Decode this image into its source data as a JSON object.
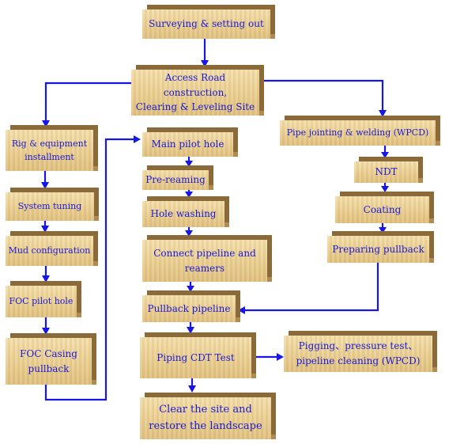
{
  "steps": {
    "surveying": "Surveying & setting out",
    "access_road": "Access Road construction,\nClearing & Leveling Site",
    "rig_install": "Rig & equipment\ninstallment",
    "system_tuning": "System tuning",
    "mud_config": "Mud configuration",
    "foc_pilot": "FOC pilot hole",
    "foc_casing": "FOC Casing\npullback",
    "main_pilot": "Main pilot hole",
    "pre_reaming": "Pre-reaming",
    "hole_washing": "Hole washing",
    "connect_pipeline": "Connect pipeline and\nreamers",
    "pullback_pipeline": "Pullback pipeline",
    "piping_test": "Piping CDT Test",
    "clear_site": "Clear the site and\nrestore the landscape",
    "pipe_jointing": "Pipe jointing & welding (WPCD)",
    "ndt": "NDT",
    "coating": "Coating",
    "prep_pullback": "Preparing pullback",
    "pigging": "Pigging、pressure test、\npipeline cleaning (WPCD)"
  },
  "colors": {
    "arrow": "#1616e8",
    "text": "#1a1ad6",
    "box_fill": "#ecd397",
    "box_shadow": "#8b6a3a"
  }
}
